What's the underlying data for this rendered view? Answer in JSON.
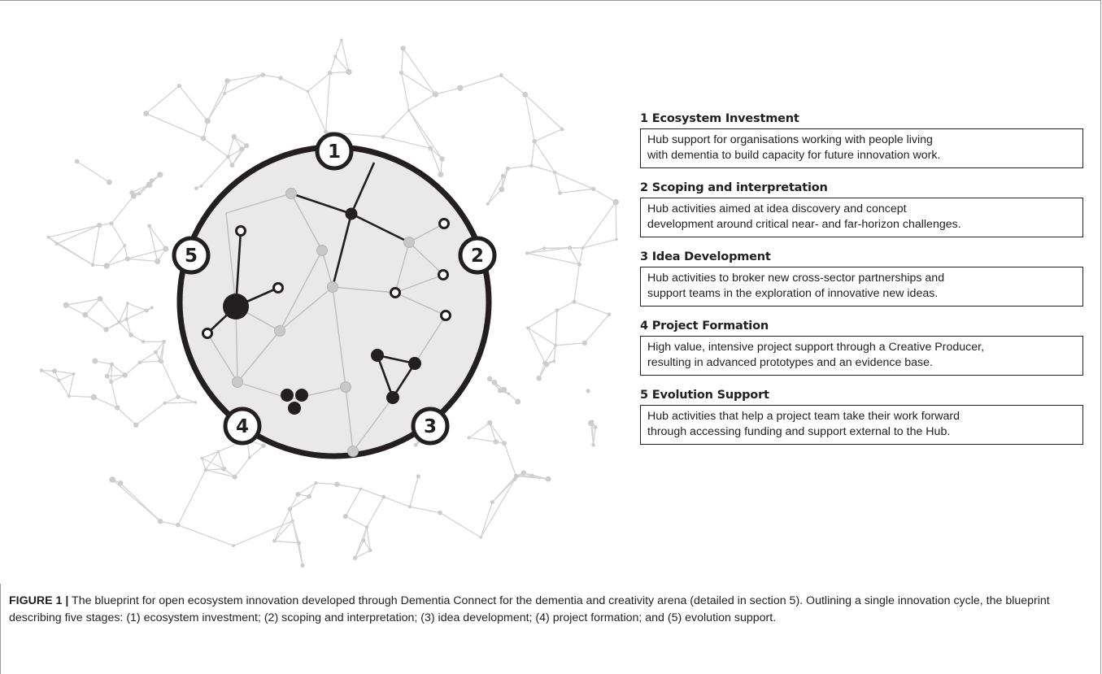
{
  "diagram": {
    "markers": [
      "1",
      "2",
      "3",
      "4",
      "5"
    ]
  },
  "stages": [
    {
      "title": "1 Ecosystem Investment",
      "lines": [
        "Hub support for organisations working with people living",
        "with dementia to build capacity for future innovation work."
      ]
    },
    {
      "title": "2 Scoping and interpretation",
      "lines": [
        "Hub activities aimed at idea discovery and concept",
        "development around critical near- and far-horizon challenges."
      ]
    },
    {
      "title": "3 Idea Development",
      "lines": [
        "Hub activities to broker new cross-sector partnerships and",
        "support teams in the exploration of innovative new ideas."
      ]
    },
    {
      "title": "4 Project Formation",
      "lines": [
        "High value, intensive project support through a Creative Producer,",
        "resulting in advanced prototypes and an evidence base."
      ]
    },
    {
      "title": "5 Evolution Support",
      "lines": [
        "Hub activities that help a project team take their work forward",
        "through accessing funding and support external to the Hub."
      ]
    }
  ],
  "caption": {
    "label": "FIGURE 1 |",
    "text": " The blueprint for open ecosystem innovation developed through Dementia Connect for the dementia and creativity arena (detailed in section 5). Outlining a single innovation cycle, the blueprint describing five stages: (1) ecosystem investment; (2) scoping and interpretation; (3) idea development; (4) project formation; and (5) evolution support."
  },
  "colors": {
    "ink": "#231f20",
    "circle_fill": "#e9e9e9",
    "network": "#cfcfcf",
    "node_grey": "#c8c8c8"
  }
}
